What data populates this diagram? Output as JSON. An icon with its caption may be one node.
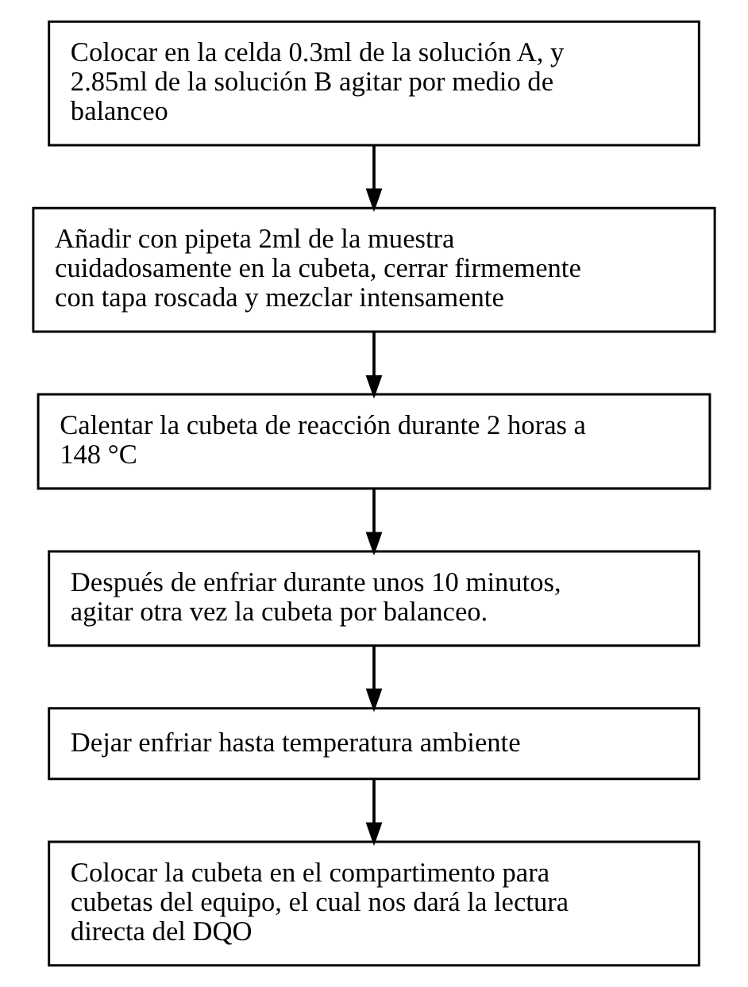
{
  "diagram": {
    "nodes": [
      {
        "text": [
          "Colocar en la celda 0.3ml de la solución A, y 2.85ml de la solución B agitar por medio de balanceo"
        ]
      },
      {
        "text": [
          "Añadir con pipeta 2ml de la muestra cuidadosamente en la cubeta, cerrar firmemente con tapa roscada y mezclar intensamente"
        ]
      },
      {
        "text": [
          "Calentar la cubeta de reacción durante 2 horas a 148 °C"
        ]
      },
      {
        "text": [
          "Después de enfriar durante unos 10 minutos, agitar otra vez la cubeta por balanceo."
        ]
      },
      {
        "text": [
          "Dejar enfriar hasta temperatura ambiente"
        ]
      },
      {
        "text": [
          "Colocar la cubeta en el compartimento para cubetas del equipo, el cual nos dará la lectura directa del DQO"
        ]
      }
    ],
    "edges": [
      {
        "from": 0,
        "to": 1,
        "arrow": "to"
      },
      {
        "from": 1,
        "to": 2,
        "arrow": "to"
      },
      {
        "from": 2,
        "to": 3,
        "arrow": "to"
      },
      {
        "from": 3,
        "to": 4,
        "arrow": "to"
      },
      {
        "from": 4,
        "to": 5,
        "arrow": "to"
      }
    ]
  }
}
